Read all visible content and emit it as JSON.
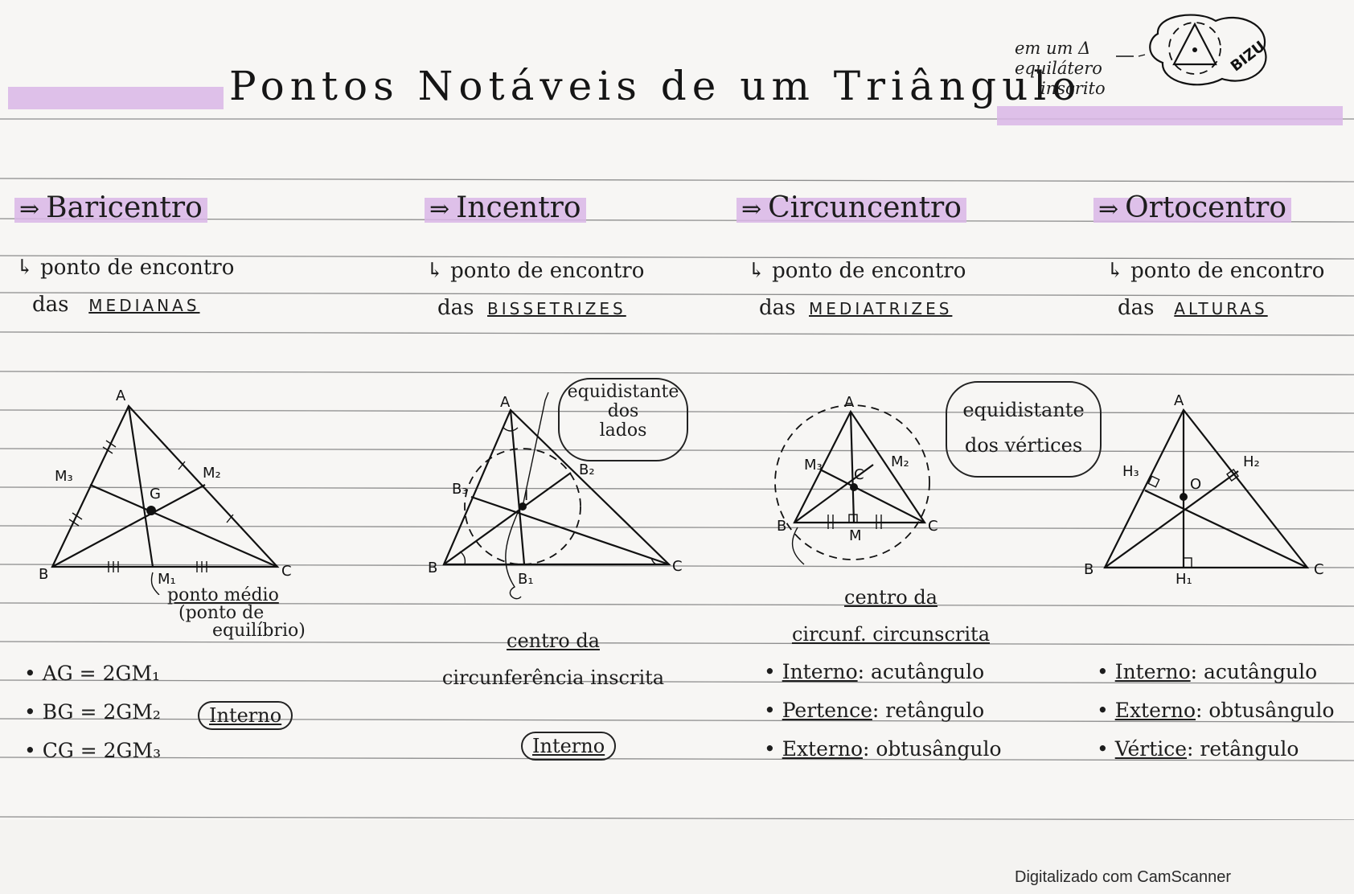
{
  "title": "Pontos Notáveis de um Triângulo",
  "note": {
    "line1": "em um Δ",
    "line2": "equilátero",
    "line3": "inscrito",
    "badge": "BIZU"
  },
  "sections": [
    {
      "heading": "Baricentro",
      "desc1": "ponto de encontro",
      "desc2_prefix": "das",
      "desc2_key": "MEDIANAS",
      "labels": {
        "A": "A",
        "B": "B",
        "C": "C",
        "G": "G",
        "M1": "M₁",
        "M2": "M₂",
        "M3": "M₃"
      },
      "callout1": "ponto médio",
      "callout2": "(ponto de",
      "callout3": "equilíbrio)",
      "bullets": [
        "AG = 2GM₁",
        "BG = 2GM₂",
        "CG = 2GM₃"
      ],
      "badge": "Interno"
    },
    {
      "heading": "Incentro",
      "desc1": "ponto de encontro",
      "desc2_prefix": "das",
      "desc2_key": "BISSETRIZES",
      "labels": {
        "A": "A",
        "B": "B",
        "C": "C",
        "I": "I",
        "B1": "B₁",
        "B2": "B₂",
        "B3": "B₃"
      },
      "cloud1": "equidistante",
      "cloud2": "dos",
      "cloud3": "lados",
      "caption1": "centro da",
      "caption2": "circunferência inscrita",
      "badge": "Interno"
    },
    {
      "heading": "Circuncentro",
      "desc1": "ponto de encontro",
      "desc2_prefix": "das",
      "desc2_key": "MEDIATRIZES",
      "labels": {
        "A": "A",
        "B": "B",
        "C": "C",
        "Cc": "C",
        "M": "M",
        "M2": "M₂",
        "M3": "M₃"
      },
      "cloud1": "equidistante",
      "cloud2": "dos vértices",
      "caption1": "centro da",
      "caption2": "circunf. circunscrita",
      "bullets": [
        {
          "k": "Interno",
          "v": ": acutângulo"
        },
        {
          "k": "Pertence",
          "v": ": retângulo"
        },
        {
          "k": "Externo",
          "v": ": obtusângulo"
        }
      ]
    },
    {
      "heading": "Ortocentro",
      "desc1": "ponto de encontro",
      "desc2_prefix": "das",
      "desc2_key": "ALTURAS",
      "labels": {
        "A": "A",
        "B": "B",
        "C": "C",
        "O": "O",
        "H1": "H₁",
        "H2": "H₂",
        "H3": "H₃"
      },
      "bullets": [
        {
          "k": "Interno",
          "v": ": acutângulo"
        },
        {
          "k": "Externo",
          "v": ": obtusângulo"
        },
        {
          "k": "Vértice",
          "v": ": retângulo"
        }
      ]
    }
  ],
  "footer": "Digitalizado com CamScanner"
}
